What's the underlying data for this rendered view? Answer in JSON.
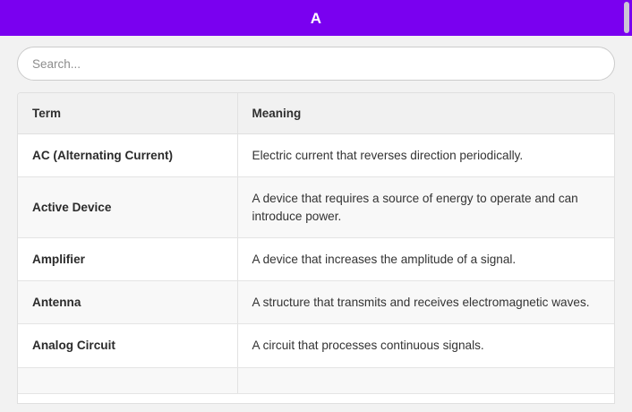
{
  "header": {
    "title": "A"
  },
  "search": {
    "placeholder": "Search...",
    "value": ""
  },
  "table": {
    "columns": {
      "term": "Term",
      "meaning": "Meaning"
    },
    "rows": [
      {
        "term": "AC (Alternating Current)",
        "meaning": "Electric current that reverses direction periodically."
      },
      {
        "term": "Active Device",
        "meaning": "A device that requires a source of energy to operate and can introduce power."
      },
      {
        "term": "Amplifier",
        "meaning": "A device that increases the amplitude of a signal."
      },
      {
        "term": "Antenna",
        "meaning": "A structure that transmits and receives electromagnetic waves."
      },
      {
        "term": "Analog Circuit",
        "meaning": "A circuit that processes continuous signals."
      },
      {
        "term": "",
        "meaning": ""
      }
    ]
  },
  "colors": {
    "header_purple": "#7a00f0",
    "page_background": "#f2f2f2",
    "row_alt": "#f8f8f8",
    "border": "#e0e0e0",
    "text": "#333333",
    "scrollbar_thumb": "#cdc5d6"
  },
  "scrollbar": {
    "name": "vertical-scrollbar"
  }
}
